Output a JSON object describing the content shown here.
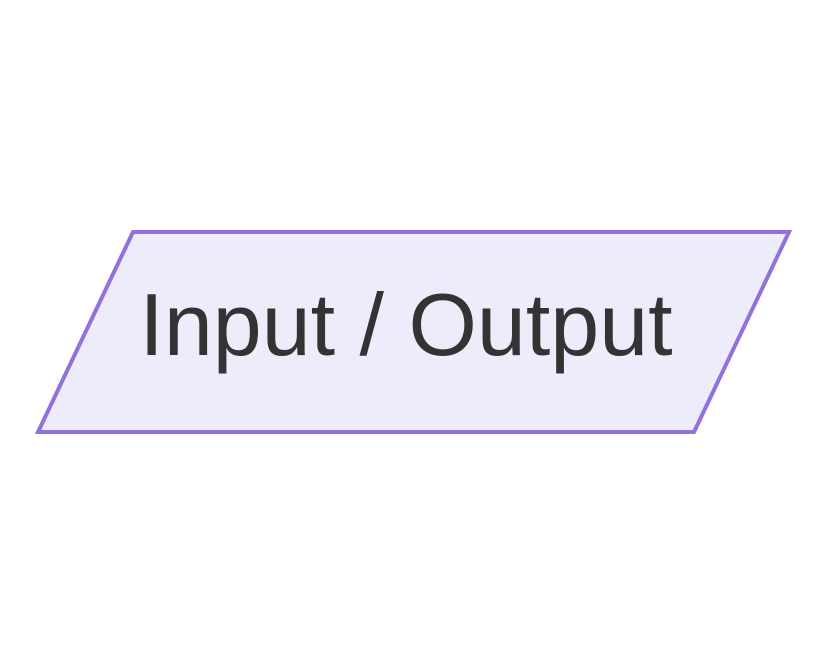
{
  "diagram": {
    "type": "flowchart",
    "background_color": "#ffffff",
    "node": {
      "shape": "parallelogram-io",
      "label": "Input / Output",
      "fill_color": "#ececfa",
      "border_color": "#9370db",
      "border_width": "4",
      "text_color": "#333333"
    }
  }
}
